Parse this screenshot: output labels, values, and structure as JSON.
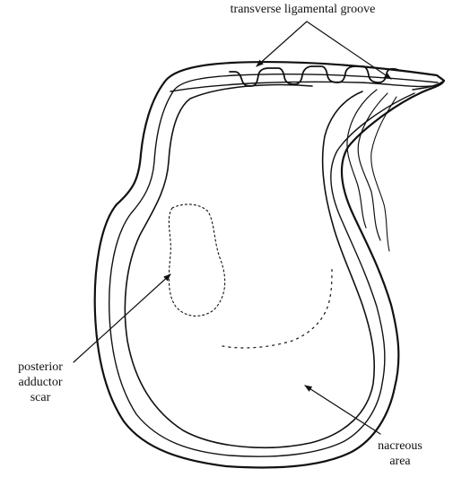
{
  "figure": {
    "subject": "oyster shell valve, interior view",
    "line_color": "#111111",
    "background": "#ffffff"
  },
  "labels": {
    "ligament": "transverse ligamental groove",
    "scar": {
      "line1": "posterior",
      "line2": "adductor",
      "line3": "scar"
    },
    "nacre": {
      "line1": "nacreous",
      "line2": "area"
    }
  }
}
